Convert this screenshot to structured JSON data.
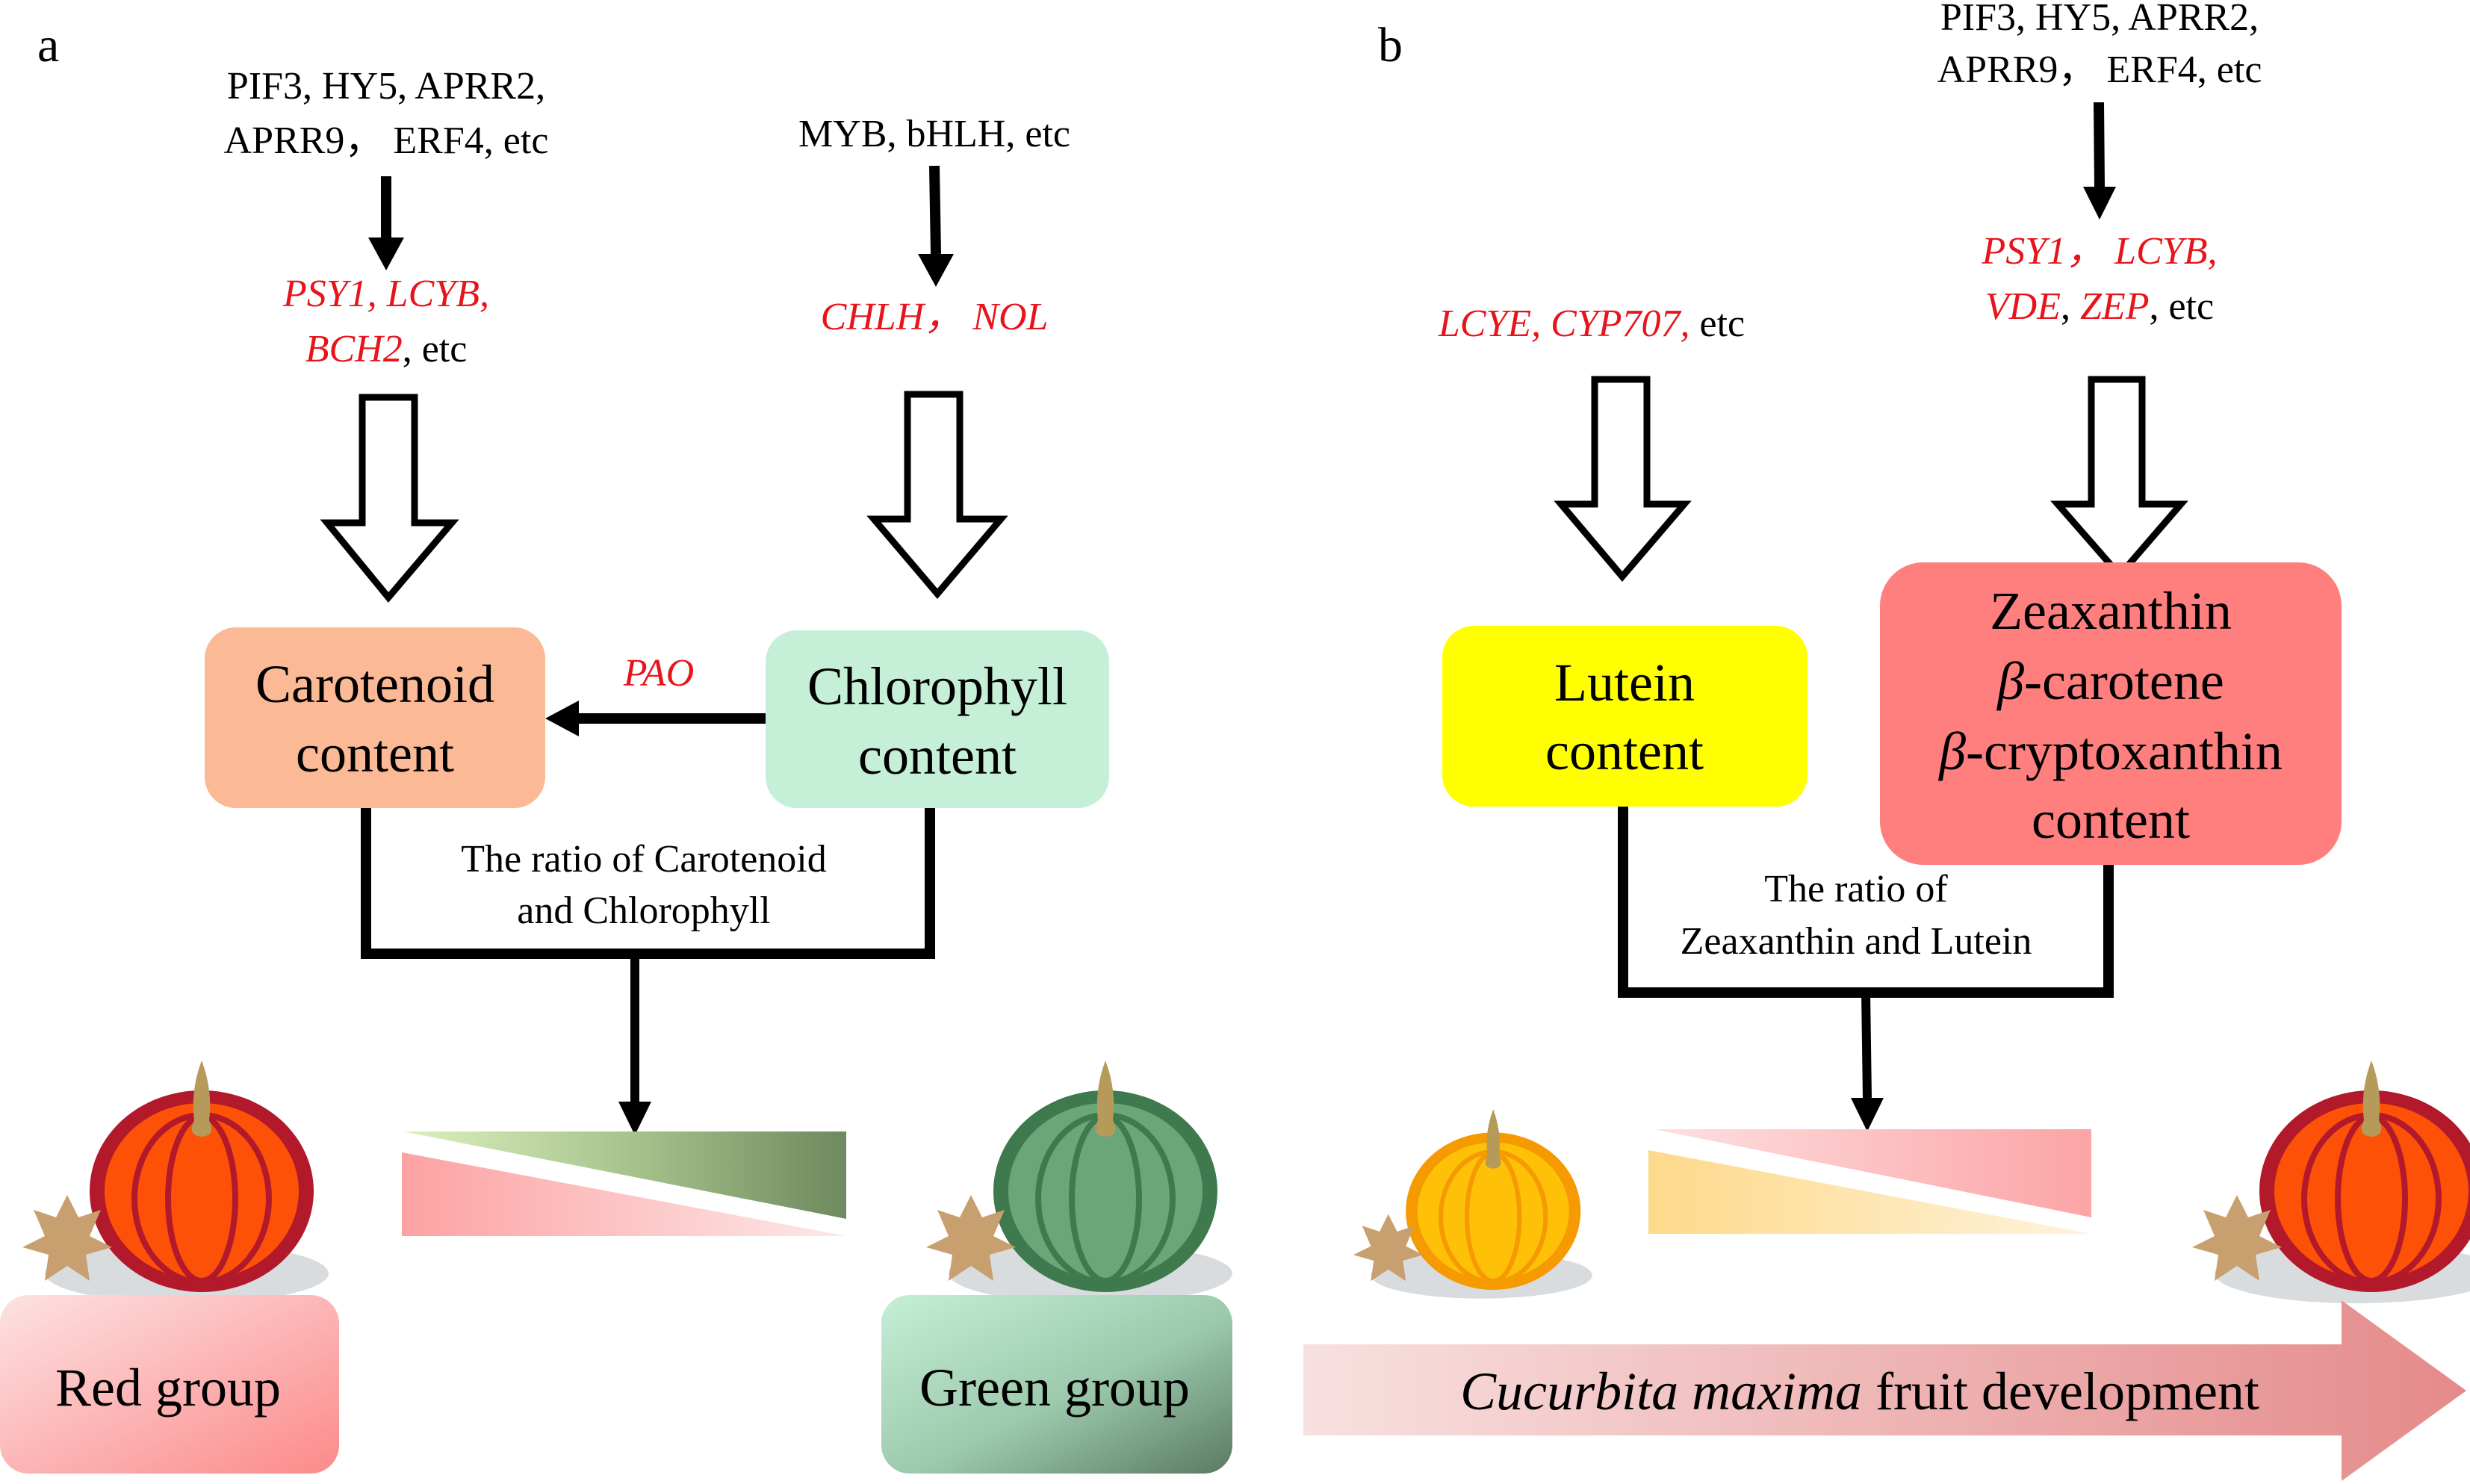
{
  "panel_a": {
    "label": "a",
    "regulators_left": {
      "line1": "PIF3, HY5, APRR2,",
      "line2": "APRR9，  ERF4, etc"
    },
    "genes_left": {
      "line1": "PSY1, LCYB,",
      "line2_italic": "BCH2",
      "line2_rest": ", etc"
    },
    "regulators_right": "MYB, bHLH, etc",
    "genes_right": "CHLH，  NOL",
    "carotenoid_box": {
      "line1": "Carotenoid",
      "line2": "content",
      "color": "#fbb995"
    },
    "chlorophyll_box": {
      "line1": "Chlorophyll",
      "line2": "content",
      "color": "#c5efd7"
    },
    "pao_label": "PAO",
    "ratio_text": {
      "line1": "The ratio of Carotenoid",
      "line2": "and Chlorophyll"
    },
    "red_group_label": "Red group",
    "green_group_label": "Green group"
  },
  "panel_b": {
    "label": "b",
    "regulators": {
      "line1": "PIF3, HY5, APRR2,",
      "line2": "APRR9，  ERF4, etc"
    },
    "genes_right": {
      "line1": "PSY1，  LCYB,",
      "line2_a": "VDE",
      "line2_b": "ZEP",
      "line2_rest": ", etc"
    },
    "genes_left": {
      "italic": "LCYE, CYP707,",
      "rest": " etc"
    },
    "lutein_box": {
      "line1": "Lutein",
      "line2": "content",
      "color": "#ffff00"
    },
    "zeaxanthin_box": {
      "line1": "Zeaxanthin",
      "line2_greek": "β",
      "line2_rest": "-carotene",
      "line3_greek": "β",
      "line3_rest": "-cryptoxanthin",
      "line4": "content",
      "color": "#ff7f7f"
    },
    "ratio_text": {
      "line1": "The ratio of",
      "line2": "Zeaxanthin and Lutein"
    },
    "development_arrow": {
      "italic": "Cucurbita maxima",
      "rest": " fruit development"
    }
  },
  "colors": {
    "gene_red": "#e8141b",
    "pumpkin_orange": "#fd5108",
    "pumpkin_dark_red": "#b2192a",
    "pumpkin_green": "#5e9a6a",
    "pumpkin_green_dark": "#3f7a4e",
    "pumpkin_yellow": "#ffc107",
    "pumpkin_yellow_dark": "#f59a00"
  }
}
